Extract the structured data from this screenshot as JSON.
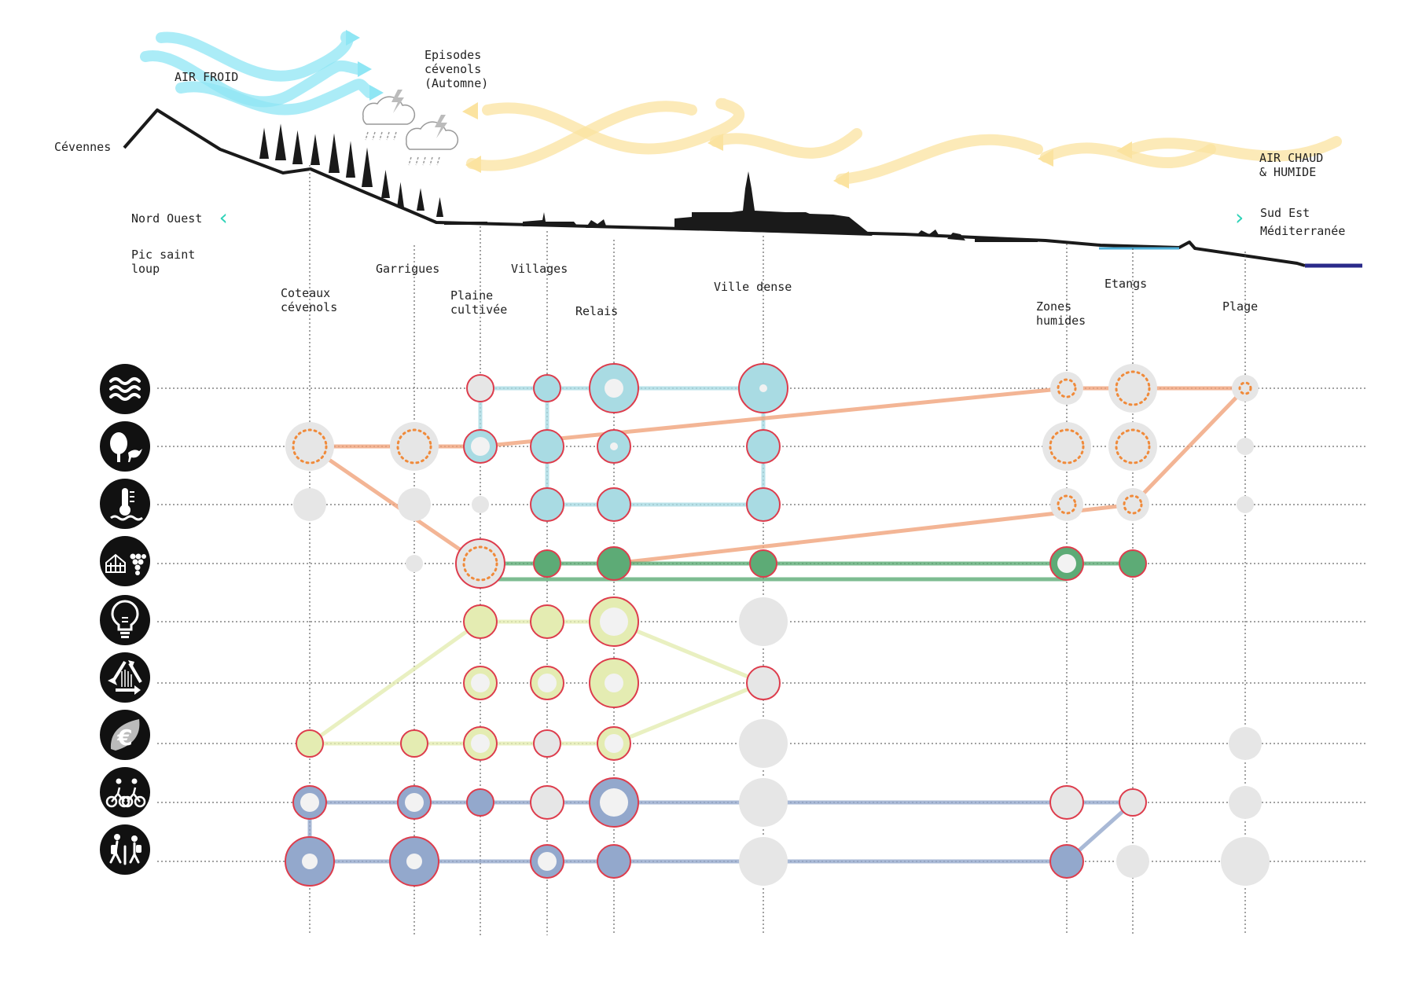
{
  "profile": {
    "labels": {
      "cevennes": "Cévennes",
      "air_froid": "AIR FROID",
      "episodes": "Episodes\ncévenols\n(Automne)",
      "air_chaud": "AIR CHAUD\n& HUMIDE",
      "nord_ouest": "Nord Ouest",
      "pic_saint_loup": "Pic saint\nloup",
      "sud_est": "Sud Est",
      "mediterranee": "Méditerranée"
    },
    "direction_arrows": {
      "left": "‹",
      "right": "›"
    },
    "colors": {
      "cold_air": "#8fe6f4",
      "warm_air": "#fbe3a0",
      "ground": "#1a1a1a",
      "sea": "#2a2a8a",
      "arrow_accent": "#2fd3b8"
    }
  },
  "zones": [
    {
      "id": "coteaux",
      "label": "Coteaux\ncévenols"
    },
    {
      "id": "garrigues",
      "label": "Garrigues"
    },
    {
      "id": "plaine",
      "label": "Plaine\ncultivée"
    },
    {
      "id": "villages",
      "label": "Villages"
    },
    {
      "id": "relais",
      "label": "Relais"
    },
    {
      "id": "ville",
      "label": "Ville dense"
    },
    {
      "id": "zones_humides",
      "label": "Zones\nhumides"
    },
    {
      "id": "etangs",
      "label": "Etangs"
    },
    {
      "id": "plage",
      "label": "Plage"
    }
  ],
  "themes": [
    {
      "id": "water",
      "icon": "water-waves-icon"
    },
    {
      "id": "biodiversity",
      "icon": "tree-bird-icon"
    },
    {
      "id": "climate",
      "icon": "thermometer-water-icon"
    },
    {
      "id": "agriculture",
      "icon": "greenhouse-grapes-icon"
    },
    {
      "id": "energy",
      "icon": "lightbulb-icon"
    },
    {
      "id": "recycling",
      "icon": "recycle-icon"
    },
    {
      "id": "economy",
      "icon": "leaf-euro-icon"
    },
    {
      "id": "leisure_cycling",
      "icon": "cyclists-icon"
    },
    {
      "id": "tourism_hiking",
      "icon": "hikers-icon"
    }
  ],
  "palette": {
    "water": "#a9dbe3",
    "orange": "#f0a37a",
    "green": "#5dab76",
    "yellow": "#e4ecb2",
    "blue": "#93a8cc",
    "grey": "#e6e6e6",
    "red": "#dd3c4c",
    "dot": "#f08a3a"
  },
  "matrix": [
    {
      "theme": "water",
      "cells": {
        "plaine": {
          "fill": "grey",
          "size": "s",
          "ring": true
        },
        "villages": {
          "fill": "water",
          "size": "s",
          "ring": true
        },
        "relais": {
          "fill": "water",
          "size": "l",
          "ring": true,
          "hole": "m"
        },
        "ville": {
          "fill": "water",
          "size": "l",
          "ring": true,
          "hole": "xs"
        },
        "zones_humides": {
          "fill": "grey",
          "size": "m",
          "dotted": true
        },
        "etangs": {
          "fill": "grey",
          "size": "l",
          "dotted": true
        },
        "plage": {
          "fill": "grey",
          "size": "s",
          "dotted": true
        }
      }
    },
    {
      "theme": "biodiversity",
      "cells": {
        "coteaux": {
          "fill": "grey",
          "size": "l",
          "dotted": true
        },
        "garrigues": {
          "fill": "grey",
          "size": "l",
          "dotted": true
        },
        "plaine": {
          "fill": "water",
          "size": "m",
          "ring": true,
          "hole": "m"
        },
        "villages": {
          "fill": "water",
          "size": "m",
          "ring": true
        },
        "relais": {
          "fill": "water",
          "size": "m",
          "ring": true,
          "hole": "xs"
        },
        "ville": {
          "fill": "water",
          "size": "m",
          "ring": true
        },
        "zones_humides": {
          "fill": "grey",
          "size": "l",
          "dotted": true
        },
        "etangs": {
          "fill": "grey",
          "size": "l",
          "dotted": true
        },
        "plage": {
          "fill": "grey",
          "size": "xs"
        }
      }
    },
    {
      "theme": "climate",
      "cells": {
        "coteaux": {
          "fill": "grey",
          "size": "m"
        },
        "garrigues": {
          "fill": "grey",
          "size": "m"
        },
        "plaine": {
          "fill": "grey",
          "size": "xs"
        },
        "villages": {
          "fill": "water",
          "size": "m",
          "ring": true
        },
        "relais": {
          "fill": "water",
          "size": "m",
          "ring": true
        },
        "ville": {
          "fill": "water",
          "size": "m",
          "ring": true
        },
        "zones_humides": {
          "fill": "grey",
          "size": "m",
          "dotted": true
        },
        "etangs": {
          "fill": "grey",
          "size": "m",
          "dotted": true
        },
        "plage": {
          "fill": "grey",
          "size": "xs"
        }
      }
    },
    {
      "theme": "agriculture",
      "cells": {
        "garrigues": {
          "fill": "grey",
          "size": "xs"
        },
        "plaine": {
          "fill": "grey",
          "size": "l",
          "ring": true,
          "dotted": true
        },
        "villages": {
          "fill": "green",
          "size": "s",
          "ring": true
        },
        "relais": {
          "fill": "green",
          "size": "m",
          "ring": true
        },
        "ville": {
          "fill": "green",
          "size": "s",
          "ring": true
        },
        "zones_humides": {
          "fill": "green",
          "size": "m",
          "ring": true,
          "hole": "m"
        },
        "etangs": {
          "fill": "green",
          "size": "s",
          "ring": true
        }
      }
    },
    {
      "theme": "energy",
      "cells": {
        "plaine": {
          "fill": "yellow",
          "size": "m",
          "ring": true
        },
        "villages": {
          "fill": "yellow",
          "size": "m",
          "ring": true
        },
        "relais": {
          "fill": "yellow",
          "size": "l",
          "ring": true,
          "hole": "l"
        },
        "ville": {
          "fill": "grey",
          "size": "l"
        }
      }
    },
    {
      "theme": "recycling",
      "cells": {
        "plaine": {
          "fill": "yellow",
          "size": "m",
          "ring": true,
          "hole": "m"
        },
        "villages": {
          "fill": "yellow",
          "size": "m",
          "ring": true,
          "hole": "m"
        },
        "relais": {
          "fill": "yellow",
          "size": "l",
          "ring": true,
          "hole": "m"
        },
        "ville": {
          "fill": "grey",
          "size": "m",
          "ring": true
        }
      }
    },
    {
      "theme": "economy",
      "cells": {
        "coteaux": {
          "fill": "yellow",
          "size": "s",
          "ring": true
        },
        "garrigues": {
          "fill": "yellow",
          "size": "s",
          "ring": true
        },
        "plaine": {
          "fill": "yellow",
          "size": "m",
          "ring": true,
          "hole": "m"
        },
        "villages": {
          "fill": "grey",
          "size": "s",
          "ring": true
        },
        "relais": {
          "fill": "yellow",
          "size": "m",
          "ring": true,
          "hole": "m"
        },
        "ville": {
          "fill": "grey",
          "size": "l"
        },
        "plage": {
          "fill": "grey",
          "size": "m"
        }
      }
    },
    {
      "theme": "leisure_cycling",
      "cells": {
        "coteaux": {
          "fill": "blue",
          "size": "m",
          "ring": true,
          "hole": "m"
        },
        "garrigues": {
          "fill": "blue",
          "size": "m",
          "ring": true,
          "hole": "m"
        },
        "plaine": {
          "fill": "blue",
          "size": "s",
          "ring": true
        },
        "villages": {
          "fill": "grey",
          "size": "m",
          "ring": true
        },
        "relais": {
          "fill": "blue",
          "size": "l",
          "ring": true,
          "hole": "l"
        },
        "ville": {
          "fill": "grey",
          "size": "l"
        },
        "zones_humides": {
          "fill": "grey",
          "size": "m",
          "ring": true
        },
        "etangs": {
          "fill": "grey",
          "size": "s",
          "ring": true
        },
        "plage": {
          "fill": "grey",
          "size": "m"
        }
      }
    },
    {
      "theme": "tourism_hiking",
      "cells": {
        "coteaux": {
          "fill": "blue",
          "size": "l",
          "ring": true,
          "hole": "s"
        },
        "garrigues": {
          "fill": "blue",
          "size": "l",
          "ring": true,
          "hole": "s"
        },
        "villages": {
          "fill": "blue",
          "size": "m",
          "ring": true,
          "hole": "m"
        },
        "relais": {
          "fill": "blue",
          "size": "m",
          "ring": true
        },
        "ville": {
          "fill": "grey",
          "size": "l"
        },
        "zones_humides": {
          "fill": "blue",
          "size": "m",
          "ring": true
        },
        "etangs": {
          "fill": "grey",
          "size": "m"
        },
        "plage": {
          "fill": "grey",
          "size": "l"
        }
      }
    }
  ],
  "links": [
    {
      "color": "water",
      "path": [
        [
          "water",
          "plaine"
        ],
        [
          "water",
          "ville"
        ]
      ]
    },
    {
      "color": "water",
      "path": [
        [
          "water",
          "plaine"
        ],
        [
          "biodiversity",
          "plaine"
        ]
      ]
    },
    {
      "color": "water",
      "path": [
        [
          "water",
          "ville"
        ],
        [
          "climate",
          "ville"
        ]
      ]
    },
    {
      "color": "water",
      "path": [
        [
          "biodiversity",
          "villages"
        ],
        [
          "climate",
          "villages"
        ],
        [
          "climate",
          "ville"
        ]
      ]
    },
    {
      "color": "water",
      "path": [
        [
          "water",
          "villages"
        ],
        [
          "biodiversity",
          "villages"
        ]
      ]
    },
    {
      "color": "orange",
      "path": [
        [
          "biodiversity",
          "coteaux"
        ],
        [
          "biodiversity",
          "plaine"
        ]
      ]
    },
    {
      "color": "orange",
      "path": [
        [
          "biodiversity",
          "plaine"
        ],
        [
          "water",
          "zones_humides"
        ],
        [
          "water",
          "plage"
        ]
      ]
    },
    {
      "color": "orange",
      "path": [
        [
          "water",
          "plage"
        ],
        [
          "climate",
          "etangs"
        ],
        [
          "agriculture",
          "relais"
        ]
      ]
    },
    {
      "color": "orange",
      "path": [
        [
          "biodiversity",
          "coteaux"
        ],
        [
          "agriculture",
          "plaine"
        ]
      ]
    },
    {
      "color": "green",
      "path": [
        [
          "agriculture",
          "plaine"
        ],
        [
          "agriculture",
          "etangs"
        ]
      ]
    },
    {
      "color": "green",
      "path": [
        [
          "agriculture",
          "plaine"
        ],
        [
          "agriculture",
          "zones_humides"
        ]
      ],
      "offset": 20
    },
    {
      "color": "yellow",
      "path": [
        [
          "energy",
          "plaine"
        ],
        [
          "energy",
          "relais"
        ]
      ]
    },
    {
      "color": "yellow",
      "path": [
        [
          "energy",
          "plaine"
        ],
        [
          "economy",
          "coteaux"
        ],
        [
          "economy",
          "relais"
        ]
      ]
    },
    {
      "color": "yellow",
      "path": [
        [
          "energy",
          "relais"
        ],
        [
          "recycling",
          "ville"
        ],
        [
          "economy",
          "relais"
        ]
      ]
    },
    {
      "color": "blue",
      "path": [
        [
          "leisure_cycling",
          "coteaux"
        ],
        [
          "leisure_cycling",
          "etangs"
        ]
      ]
    },
    {
      "color": "blue",
      "path": [
        [
          "leisure_cycling",
          "coteaux"
        ],
        [
          "tourism_hiking",
          "coteaux"
        ],
        [
          "tourism_hiking",
          "zones_humides"
        ],
        [
          "leisure_cycling",
          "etangs"
        ]
      ]
    }
  ]
}
